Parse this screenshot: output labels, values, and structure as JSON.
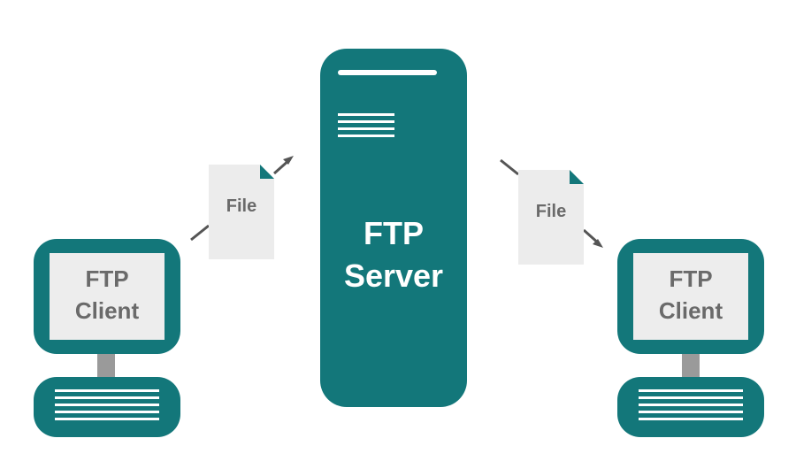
{
  "server": {
    "line1": "FTP",
    "line2": "Server"
  },
  "client_left": {
    "line1": "FTP",
    "line2": "Client"
  },
  "client_right": {
    "line1": "FTP",
    "line2": "Client"
  },
  "file_left": {
    "label": "File"
  },
  "file_right": {
    "label": "File"
  },
  "colors": {
    "teal": "#13777a",
    "screen": "#ededed",
    "paper": "#ececec",
    "text_dark": "#6a6a6a",
    "text_light": "#ffffff",
    "arrow": "#555555",
    "stand": "#9a9a9a"
  }
}
